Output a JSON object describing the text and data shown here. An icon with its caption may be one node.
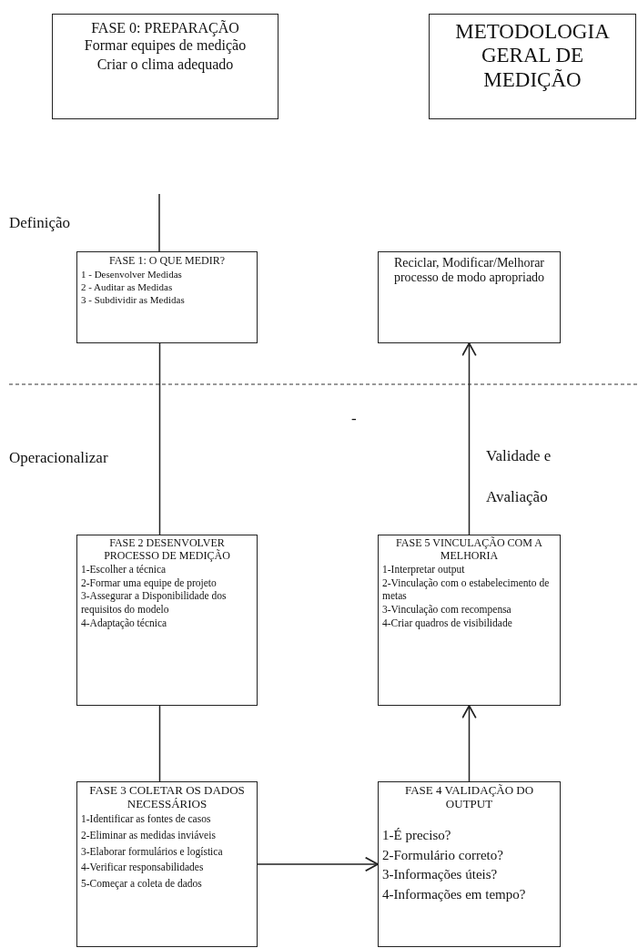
{
  "diagram": {
    "nodes": [
      {
        "text": [
          "FASE 0: PREPARAÇÃO",
          "Formar equipes de medição",
          "Criar o clima adequado"
        ]
      },
      {
        "text": [
          "METODOLOGIA GERAL DE MEDIÇÃO"
        ]
      },
      {
        "text": [
          "FASE 1: O QUE  MEDIR?",
          "1 -  Desenvolver Medidas",
          "2 - Auditar as Medidas",
          "3 - Subdividir as Medidas"
        ]
      },
      {
        "text": [
          "Reciclar, Modificar/Melhorar processo de modo apropriado"
        ]
      },
      {
        "text": [
          "FASE 2 DESENVOLVER PROCESSO DE MEDIÇÃO",
          "1-Escolher a técnica",
          "2-Formar uma equipe de projeto",
          "3-Assegurar a Disponibilidade dos requisitos do modelo",
          "4-Adaptação técnica"
        ]
      },
      {
        "text": [
          "FASE 5 VINCULAÇÃO COM A MELHORIA",
          "1-Interpretar output",
          "2-Vinculação com o estabelecimento de metas",
          "3-Vinculação com recompensa",
          "4-Criar quadros de visibilidade"
        ]
      },
      {
        "text": [
          "FASE 3 COLETAR OS DADOS NECESSÁRIOS",
          "1-Identificar as fontes de casos",
          "2-Eliminar as medidas inviáveis",
          "3-Elaborar formulários e logística",
          "4-Verificar responsabilidades",
          "5-Começar a coleta de dados"
        ]
      },
      {
        "text": [
          "FASE 4 VALIDAÇÃO DO OUTPUT",
          "1-É preciso?",
          "2-Formulário correto?",
          "3-Informações úteis?",
          "4-Informações em tempo?"
        ]
      }
    ],
    "edges": [
      {
        "from": null,
        "to": 2,
        "arrow": "none"
      },
      {
        "from": 2,
        "to": 4,
        "arrow": "none"
      },
      {
        "from": 5,
        "to": 3,
        "arrow": "to"
      },
      {
        "from": 4,
        "to": 6,
        "arrow": "none"
      },
      {
        "from": 7,
        "to": 5,
        "arrow": "to"
      },
      {
        "from": 6,
        "to": 7,
        "arrow": "to"
      }
    ],
    "labels": [
      "Definição",
      "-",
      "Operacionalizar",
      "Validade e",
      "Avaliação"
    ]
  }
}
